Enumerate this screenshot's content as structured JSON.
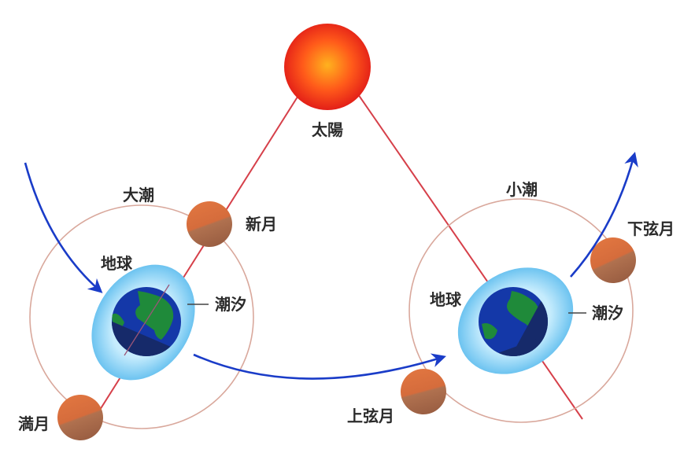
{
  "diagram": {
    "title": "Spring tide and neap tide diagram",
    "labels": {
      "sun": "太陽",
      "spring_tide": "大潮",
      "neap_tide": "小潮",
      "earth_left": "地球",
      "earth_right": "地球",
      "tide_left": "潮汐",
      "tide_right": "潮汐",
      "new_moon": "新月",
      "full_moon": "満月",
      "first_quarter": "上弦月",
      "last_quarter": "下弦月"
    },
    "colors": {
      "sun_center": "#ffb020",
      "sun_edge": "#e8251a",
      "line": "#d6404a",
      "orbit": "#d9a89c",
      "arrow": "#1a3cc8",
      "tide_bulge": "#8fd0f5",
      "earth_ocean": "#1438a8",
      "earth_land": "#1f8a3a",
      "earth_night": "#162a6a",
      "moon_light": "#d86b3c",
      "moon_dark": "#a86a4c",
      "text": "#2b2b2b"
    }
  }
}
